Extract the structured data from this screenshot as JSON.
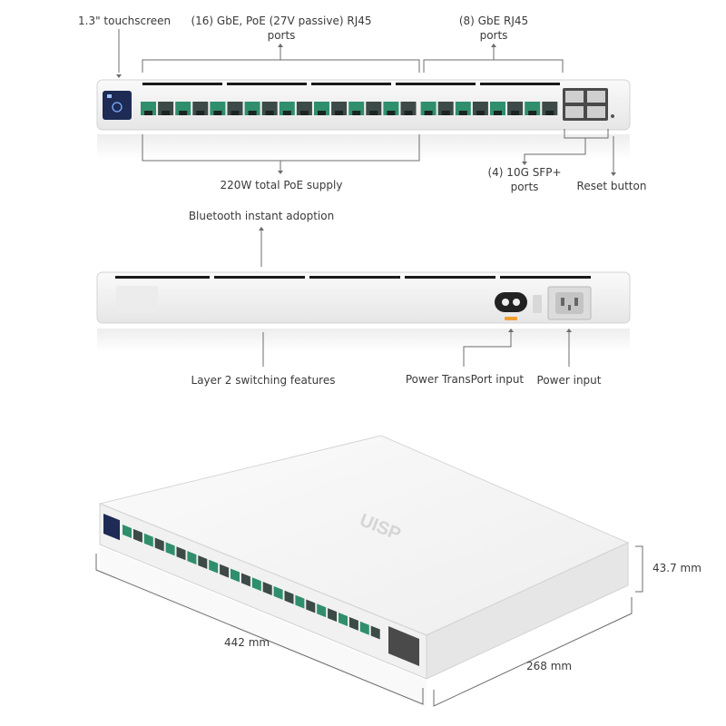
{
  "labels": {
    "touchscreen": "1.3\" touchscreen",
    "poe_ports_line1": "(16) GbE, PoE (27V passive) RJ45",
    "poe_ports_line2": "ports",
    "gbe_ports_line1": "(8) GbE RJ45",
    "gbe_ports_line2": "ports",
    "poe_supply": "220W total PoE supply",
    "sfp_line1": "(4) 10G SFP+",
    "sfp_line2": "ports",
    "reset": "Reset button",
    "bluetooth": "Bluetooth instant adoption",
    "layer2": "Layer 2 switching features",
    "transport": "Power TransPort input",
    "power_input": "Power input",
    "height": "43.7 mm",
    "width": "442 mm",
    "depth": "268 mm"
  },
  "device": {
    "logo_text": "UISP",
    "front_port_groups": [
      16,
      8
    ],
    "sfp_count": 4
  },
  "colors": {
    "port_green": "#2f8f6c",
    "port_dark": "#3c4a48",
    "led_accent": "#f0a030",
    "screen": "#1d2b55",
    "chassis": "#f3f3f3",
    "line": "#6c6c6c"
  }
}
